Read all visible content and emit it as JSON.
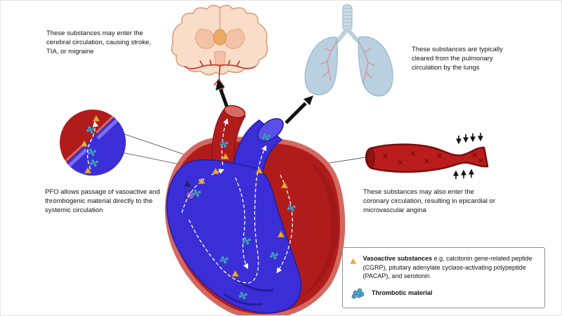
{
  "annotations": {
    "cerebral": "These substances may enter the cerebral circulation, causing stroke, TIA, or migraine",
    "pulmonary": "These substances are typically cleared from the pulmonary circulation by the lungs",
    "pfo": "PFO allows passage of vasoactive and thrombogenic material directly to the systemic circulation",
    "coronary": "These substances may also enter the coronary circulation, resulting in epicardial or microvascular angina"
  },
  "legend": {
    "items": [
      {
        "symbol": "vasoactive-triangle-icon",
        "label_bold": "Vasoactive substances",
        "label_rest": " e.g. calcitonin gene-related peptide (CGRP), pituitary adenylate cyclase-activating polypeptide (PACAP), and serotonin"
      },
      {
        "symbol": "thrombotic-dots-icon",
        "label_bold": "Thrombotic material",
        "label_rest": ""
      }
    ]
  },
  "colors": {
    "heart_red": "#b01c1c",
    "heart_rim": "#d4685f",
    "venous_blue": "#3b2ed6",
    "venous_blue_dark": "#241c9e",
    "brain_fill": "#f9ddc8",
    "brain_stroke": "#d89a78",
    "artery_red": "#c23028",
    "lung_fill": "#b9d0e0",
    "bronchial_pink": "#d98f8f",
    "vasoactive_yellow": "#f2a93b",
    "thrombotic_blue": "#4e9fc8"
  }
}
